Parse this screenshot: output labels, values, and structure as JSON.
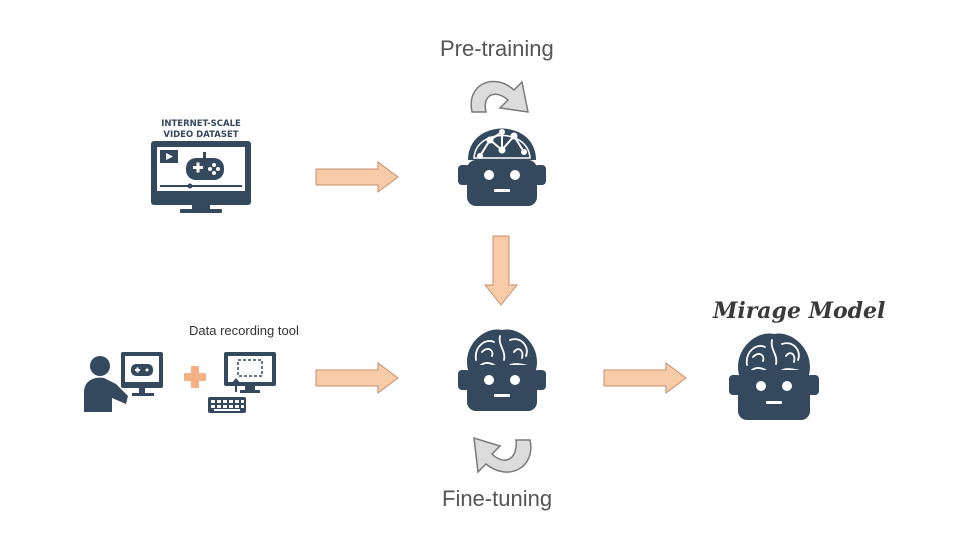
{
  "labels": {
    "pretraining": "Pre-training",
    "finetuning": "Fine-tuning",
    "recording_tool": "Data recording tool",
    "model_title": "Mirage Model",
    "dataset_line1": "INTERNET-SCALE",
    "dataset_line2": "VIDEO DATASET"
  },
  "colors": {
    "icon": "#34495e",
    "arrow_fill": "#f8cba8",
    "arrow_stroke": "#c98e6a",
    "loop_fill": "#dcdcdc",
    "loop_stroke": "#7a7a7a",
    "plus": "#f4b183"
  }
}
